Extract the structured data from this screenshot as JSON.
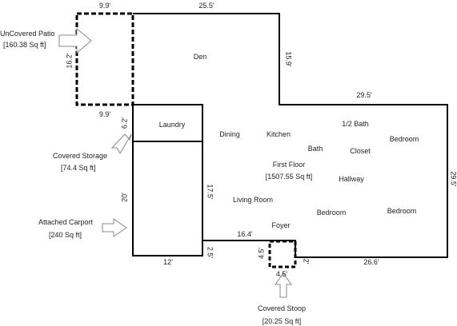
{
  "rooms": {
    "den": "Den",
    "laundry": "Laundry",
    "dining": "Dining",
    "kitchen": "Kitchen",
    "half_bath": "1/2 Bath",
    "bedroom_1": "Bedroom",
    "bath": "Bath",
    "closet": "Closet",
    "first_floor": "First Floor",
    "first_floor_area": "[1507.55 Sq ft]",
    "hallway": "Hallway",
    "living_room": "Living Room",
    "bedroom_2": "Bedroom",
    "bedroom_3": "Bedroom",
    "foyer": "Foyer"
  },
  "callouts": {
    "patio_name": "UnCovered Patio",
    "patio_area": "[160.38 Sq ft]",
    "storage_name": "Covered Storage",
    "storage_area": "[74.4 Sq ft]",
    "carport_name": "Attached Carport",
    "carport_area": "[240 Sq ft]",
    "stoop_name": "Covered Stoop",
    "stoop_area": "[20.25 Sq ft]"
  },
  "dimensions": {
    "patio_top": "9.9'",
    "den_top": "25.5'",
    "patio_side": "16.2'",
    "den_right": "15.9'",
    "patio_bottom": "9.9'",
    "east_top": "29.5'",
    "storage_side": "6.2'",
    "carport_side": "20'",
    "interior_17": "17.5'",
    "front_16": "16.4'",
    "right_side": "29.5'",
    "carport_bottom": "12'",
    "jog_2_5": "2.5'",
    "stoop_side": "4.5'",
    "stoop_jog": "2'",
    "front_26": "26.6'",
    "stoop_bottom": "4.5'"
  },
  "colors": {
    "line": "#000000",
    "arrow": "#888888",
    "text": "#222222"
  }
}
